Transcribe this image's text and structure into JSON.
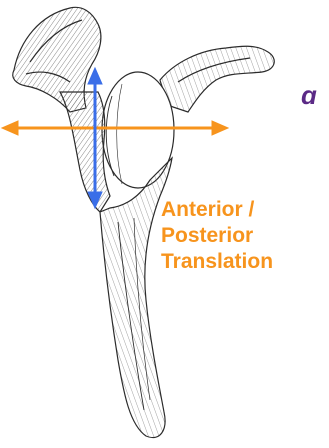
{
  "annotation": {
    "lines": [
      "Anterior /",
      "Posterior",
      "Translation"
    ]
  },
  "colors": {
    "horizontal_arrow": "#f7941d",
    "vertical_arrow": "#3a6ee8",
    "label_text": "#f7941d",
    "partial_glyph": "#5b2a86",
    "bone_outline": "#2b2b2b"
  },
  "icons": {
    "horizontal_arrow": "double-headed-arrow",
    "vertical_arrow": "double-headed-arrow"
  }
}
